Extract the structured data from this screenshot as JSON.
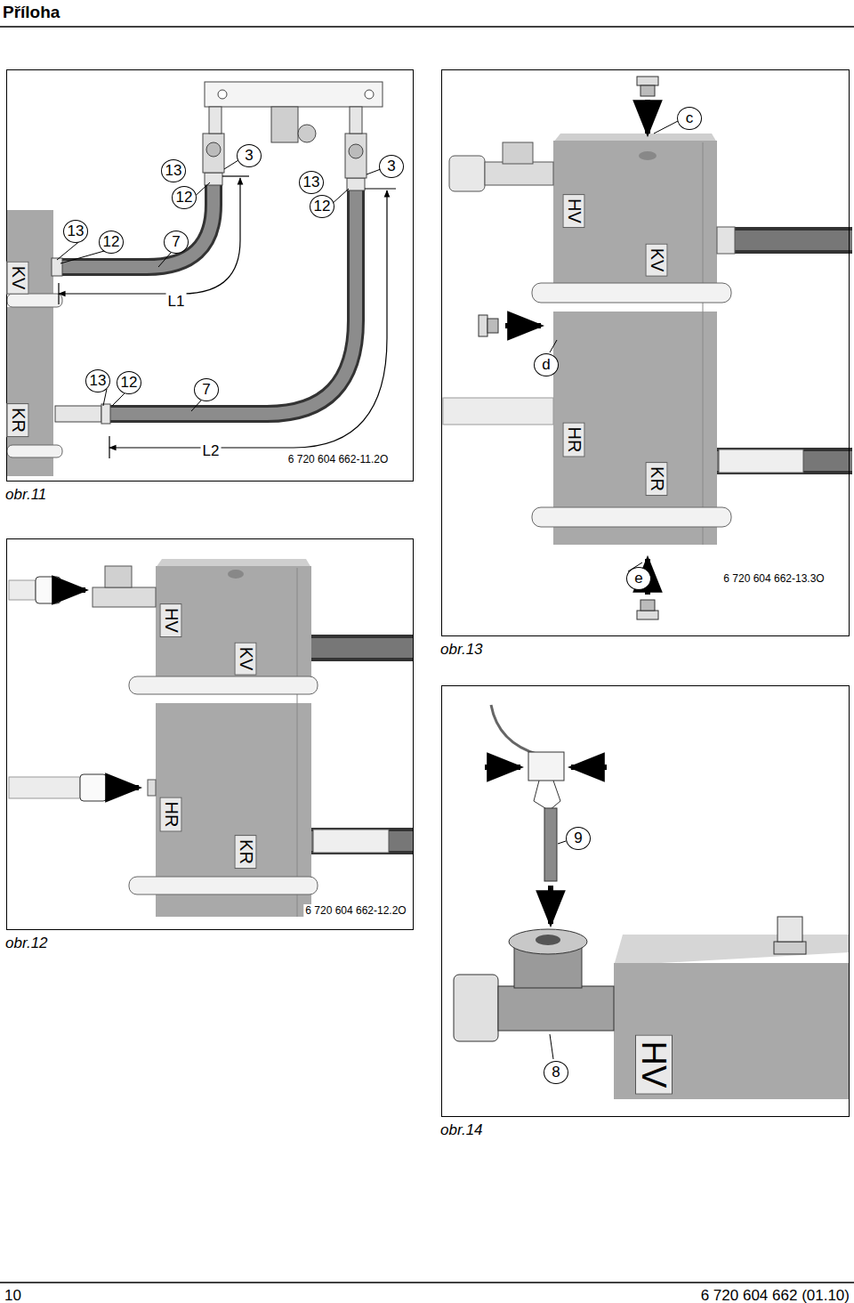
{
  "diagram": {
    "title": "Příloha",
    "nodes": [
      {
        "text": [
          "obr.11"
        ]
      },
      {
        "text": [
          "obr.13"
        ]
      },
      {
        "text": [
          "obr.12"
        ]
      },
      {
        "text": [
          "obr.14"
        ]
      }
    ],
    "labels": [
      "13",
      "12",
      "3",
      "13",
      "12",
      "3",
      "13",
      "12",
      "7",
      "KV",
      "L1",
      "13",
      "12",
      "7",
      "KR",
      "L2",
      "6 720 604 662-11.2O",
      "c",
      "HV",
      "KV",
      "d",
      "HR",
      "KR",
      "e",
      "6 720 604 662-13.3O",
      "HV",
      "KV",
      "HR",
      "KR",
      "6 720 604 662-12.2O",
      "9",
      "8",
      "HV",
      "10",
      "6 720 604 662 (01.10)"
    ]
  }
}
